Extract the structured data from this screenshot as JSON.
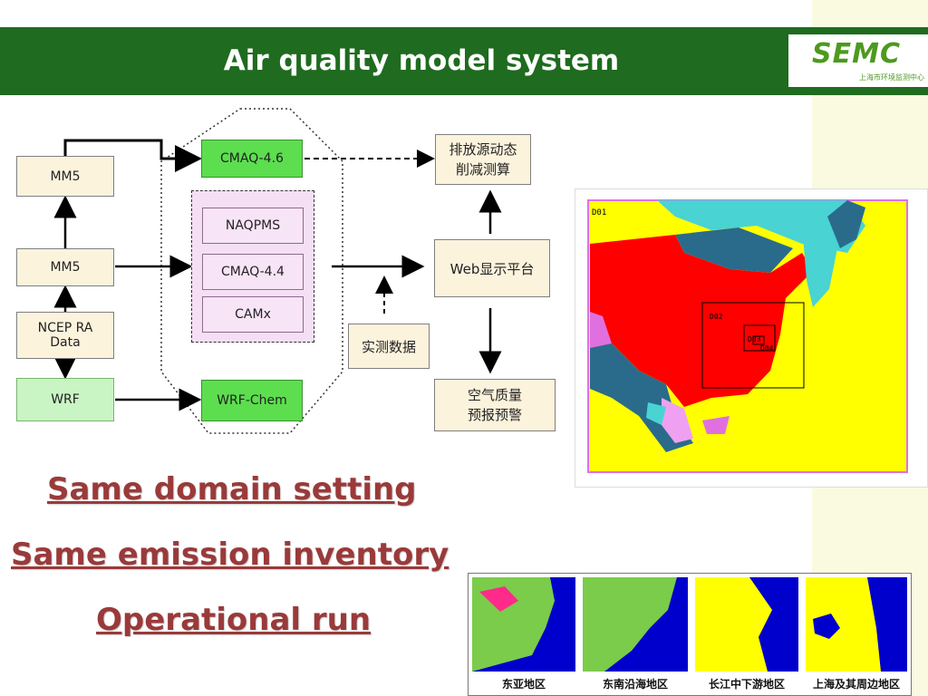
{
  "slide": {
    "title": "Air quality model system",
    "logo_text": "SEMC",
    "logo_subtext": "上海市环境监测中心"
  },
  "diagram": {
    "mm5_top": "MM5",
    "mm5_mid": "MM5",
    "ncep": "NCEP RA Data",
    "wrf": "WRF",
    "cmaq46": "CMAQ-4.6",
    "naqpms": "NAQPMS",
    "cmaq44": "CMAQ-4.4",
    "camx": "CAMx",
    "wrfchem": "WRF-Chem",
    "emission_reduction": "排放源动态削减测算",
    "web_platform": "Web显示平台",
    "observed_data": "实测数据",
    "air_quality_forecast": "空气质量预报预警"
  },
  "domain_map": {
    "domain_labels": [
      "D01",
      "D02",
      "D03",
      "D04"
    ],
    "colors": {
      "land_main": "#ff0000",
      "sea": "#ffff00",
      "border_land": "#2a6b8c",
      "teal": "#49d3d3",
      "pink": "#e070e0",
      "lightpink": "#f0a0f0"
    }
  },
  "panels": {
    "labels": [
      "东亚地区",
      "东南沿海地区",
      "长江中下游地区",
      "上海及其周边地区"
    ]
  },
  "statements": [
    "Same domain setting",
    "Same emission inventory",
    "Operational run"
  ]
}
